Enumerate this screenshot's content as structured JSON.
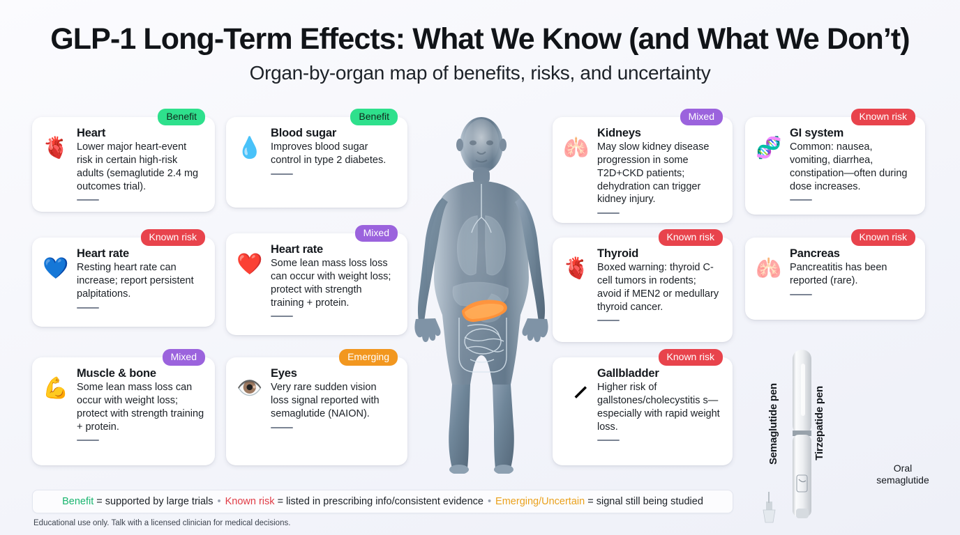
{
  "header": {
    "title": "GLP-1 Long-Term Effects: What We Know (and What We Don’t)",
    "subtitle": "Organ-by-organ map of benefits, risks, and uncertainty"
  },
  "cards": [
    {
      "id": "heart",
      "emoji": "🫀",
      "icon_name": "anatomical-heart-icon",
      "title": "Heart",
      "text": "Lower major heart-event risk in certain high-risk adults (semaglutide 2.4 mg outcomes trial).",
      "badge": "Benefit",
      "badge_type": "benefit"
    },
    {
      "id": "blood-sugar",
      "emoji": "💧",
      "icon_name": "blood-drop-sugar-cube-icon",
      "title": "Blood sugar",
      "text": "Improves blood sugar control in type 2 diabetes.",
      "badge": "Benefit",
      "badge_type": "benefit"
    },
    {
      "id": "kidneys",
      "emoji": "🫁",
      "icon_name": "kidneys-icon",
      "title": "Kidneys",
      "text": "May slow kidney disease progression in some T2D+CKD patients; dehydration can trigger kidney injury.",
      "badge": "Mixed",
      "badge_type": "mixed"
    },
    {
      "id": "gi-system",
      "emoji": "🧬",
      "icon_name": "stomach-icon",
      "title": "GI system",
      "text": "Common: nausea, vomiting, diarrhea, constipation—often during dose increases.",
      "badge": "Known risk",
      "badge_type": "risk"
    },
    {
      "id": "heart-rate-risk",
      "emoji": "💙",
      "icon_name": "heart-pulse-blue-icon",
      "title": "Heart rate",
      "text": "Resting heart rate can increase; report persistent palpitations.",
      "badge": "Known risk",
      "badge_type": "risk"
    },
    {
      "id": "heart-rate-mixed",
      "emoji": "❤️",
      "icon_name": "heart-pulse-red-icon",
      "title": "Heart rate",
      "text": "Some lean mass loss loss can occur with weight loss; protect with strength training + protein.",
      "badge": "Mixed",
      "badge_type": "mixed"
    },
    {
      "id": "thyroid",
      "emoji": "🫀",
      "icon_name": "thyroid-gland-icon",
      "title": "Thyroid",
      "text": "Boxed warning: thyroid C-cell tumors in rodents; avoid if MEN2 or medullary thyroid cancer.",
      "badge": "Known risk",
      "badge_type": "risk"
    },
    {
      "id": "pancreas",
      "emoji": "🫁",
      "icon_name": "pancreas-icon",
      "title": "Pancreas",
      "text": "Pancreatitis has been reported (rare).",
      "badge": "Known risk",
      "badge_type": "risk"
    },
    {
      "id": "muscle-bone",
      "emoji": "💪",
      "icon_name": "flexed-biceps-icon",
      "title": "Muscle & bone",
      "text": "Some lean mass loss can occur with weight loss; protect with strength training + protein.",
      "badge": "Mixed",
      "badge_type": "mixed"
    },
    {
      "id": "eyes",
      "emoji": "👁️",
      "icon_name": "eye-icon",
      "title": "Eyes",
      "text": "Very rare sudden vision loss signal reported with semaglutide (NAION).",
      "badge": "Emerging",
      "badge_type": "emerging"
    },
    {
      "id": "gallbladder",
      "emoji": "🮣",
      "icon_name": "gallbladder-icon",
      "title": "Gallbladder",
      "text": "Higher risk of gallstones/cholecystitis s—especially with rapid weight loss.",
      "badge": "Known risk",
      "badge_type": "risk"
    }
  ],
  "products": {
    "pen_one_label": "Semaglutide pen",
    "pen_two_label": "Tirzepatide pen",
    "bottle_label": "Oral semaglutide"
  },
  "legend": {
    "benefit_key": "Benefit",
    "benefit_text": "= supported by large trials",
    "risk_key": "Known risk",
    "risk_text": "= listed in prescribing info/consistent evidence",
    "emerging_key": "Emerging/Uncertain",
    "emerging_text": "= signal still being studied",
    "separator": "•"
  },
  "footnote": "Educational use only. Talk with a licensed clinician for medical decisions.",
  "colors": {
    "benefit": "#2ee08c",
    "risk": "#e8434c",
    "mixed": "#9b63dd",
    "emerging": "#f2971f",
    "background": "#f5f6fb",
    "pancreas_highlight": "#ff8a2b"
  }
}
